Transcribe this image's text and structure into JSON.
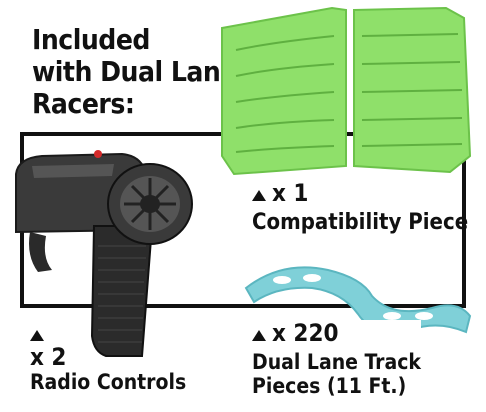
{
  "heading": {
    "line1": "Included",
    "line2": "with Dual Lane",
    "line3": "Racers:"
  },
  "items": {
    "compat": {
      "qty": "x 1",
      "name": "Compatibility Piece",
      "color": "#8fe06a"
    },
    "track": {
      "qty": "x 220",
      "name_line1": "Dual Lane Track",
      "name_line2": "Pieces (11 Ft.)",
      "color": "#7fd0d8"
    },
    "radio": {
      "qty": "x 2",
      "name": "Radio Controls",
      "color": "#2b2b2b"
    }
  },
  "icons": [
    "triangle-bullet-icon",
    "radio-controller-image",
    "compatibility-piece-image",
    "track-piece-image"
  ]
}
